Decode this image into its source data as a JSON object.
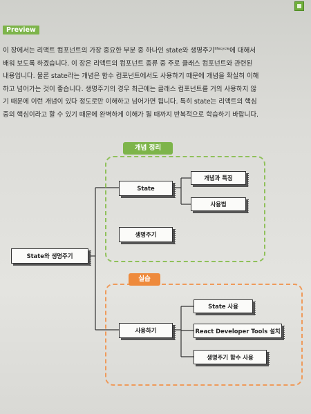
{
  "preview_label": "Preview",
  "paragraph": [
    "이 장에서는 리액트 컴포넌트의 가장 중요한 부분 중 하나인 state와 생명주기",
    "lifecycle",
    "에 대해서",
    "배워 보도록 하겠습니다. 이 장은 리액트의 컴포넌트 종류 중 주로 클래스 컴포넌트와 관련된",
    "내용입니다. 물론 state라는 개념은 함수 컴포넌트에서도 사용하기 때문에 개념을 확실히 이해",
    "하고 넘어가는 것이 좋습니다. 생명주기의 경우 최근에는 클래스 컴포넌트를 거의 사용하지 않",
    "기 때문에 이런 개념이 있다 정도로만 이해하고 넘어가면 됩니다. 특히 state는 리액트의 핵심",
    "중의 핵심이라고 할 수 있기 때문에 완벽하게 이해가 될 때까지 반복적으로 학습하기 바랍니다."
  ],
  "diagram": {
    "group_concept_label": "개념 정리",
    "group_practice_label": "실습",
    "root": "State와 생명주기",
    "state": "State",
    "concept_features": "개념과 특징",
    "usage": "사용법",
    "lifecycle": "생명주기",
    "using": "사용하기",
    "state_use": "State 사용",
    "react_devtools": "React Developer Tools 설치",
    "lifecycle_func_use": "생명주기 함수 사용"
  },
  "colors": {
    "green": "#7db44a",
    "orange": "#ee8a3c"
  }
}
